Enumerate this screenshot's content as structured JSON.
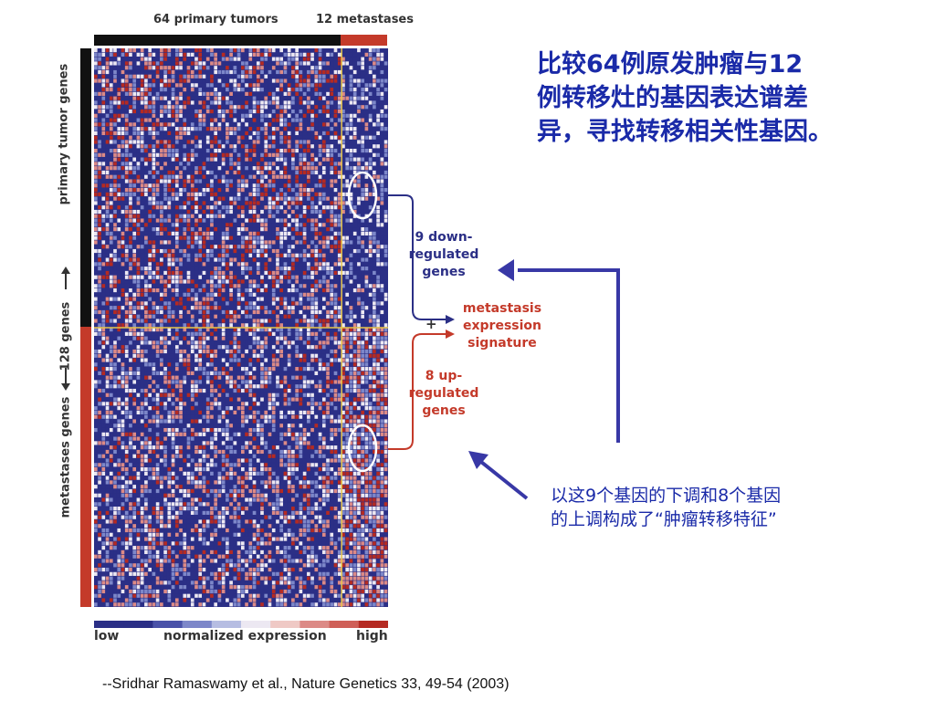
{
  "heatmap": {
    "top_labels": {
      "primary": "64 primary tumors",
      "metastases": "12 metastases"
    },
    "side_labels": {
      "primary_genes": "primary tumor genes",
      "genes_128": "128 genes",
      "metastases_genes": "metastases genes"
    },
    "legend": {
      "low": "low",
      "mid": "normalized expression",
      "high": "high"
    },
    "colors": {
      "low": "#2b2f86",
      "mid_low": "#7d87c9",
      "neutral": "#ece8f2",
      "mid_high": "#dc8a86",
      "high": "#b52a22",
      "divider": "#e8c64a",
      "primary_bar": "#111111",
      "metastasis_bar": "#c43a2a"
    }
  },
  "annotations": {
    "down": "9 down-regulated genes",
    "down_lines": [
      "9 down-",
      "regulated",
      "genes"
    ],
    "up_lines": [
      "8 up-",
      "regulated",
      "genes"
    ],
    "plus": "+",
    "signature_lines": [
      "metastasis",
      "expression",
      "signature"
    ],
    "down_color": "#2b2f86",
    "up_color": "#c43a2a"
  },
  "notes": {
    "top_right_lines": [
      "比较64例原发肿瘤与12",
      "例转移灶的基因表达谱差",
      "异，寻找转移相关性基因。"
    ],
    "bottom_right_lines": [
      "以这9个基因的下调和8个基因",
      "的上调构成了“肿瘤转移特征”"
    ]
  },
  "citation": "--Sridhar Ramaswamy et al., Nature Genetics 33, 49-54 (2003)"
}
